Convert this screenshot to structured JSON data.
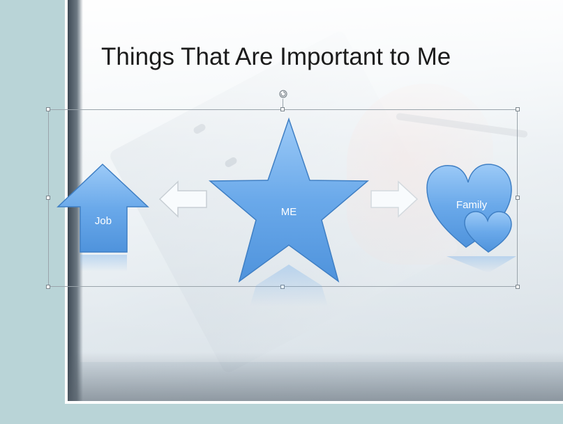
{
  "slide": {
    "title": "Things That Are Important to Me"
  },
  "shapes": {
    "job_label": "Job",
    "me_label": "ME",
    "family_label": "Family"
  },
  "icons": {
    "rotate": "rotate-handle-icon",
    "up_arrow": "up-arrow-shape",
    "left_arrow": "left-arrow-shape",
    "right_arrow": "right-arrow-shape",
    "star": "star-shape",
    "hearts": "hearts-shape"
  },
  "colors": {
    "shape_fill": "#6aa9ea",
    "shape_stroke": "#3f7fc4",
    "teal": "#b9d4d7",
    "title": "#1b1b1b"
  }
}
